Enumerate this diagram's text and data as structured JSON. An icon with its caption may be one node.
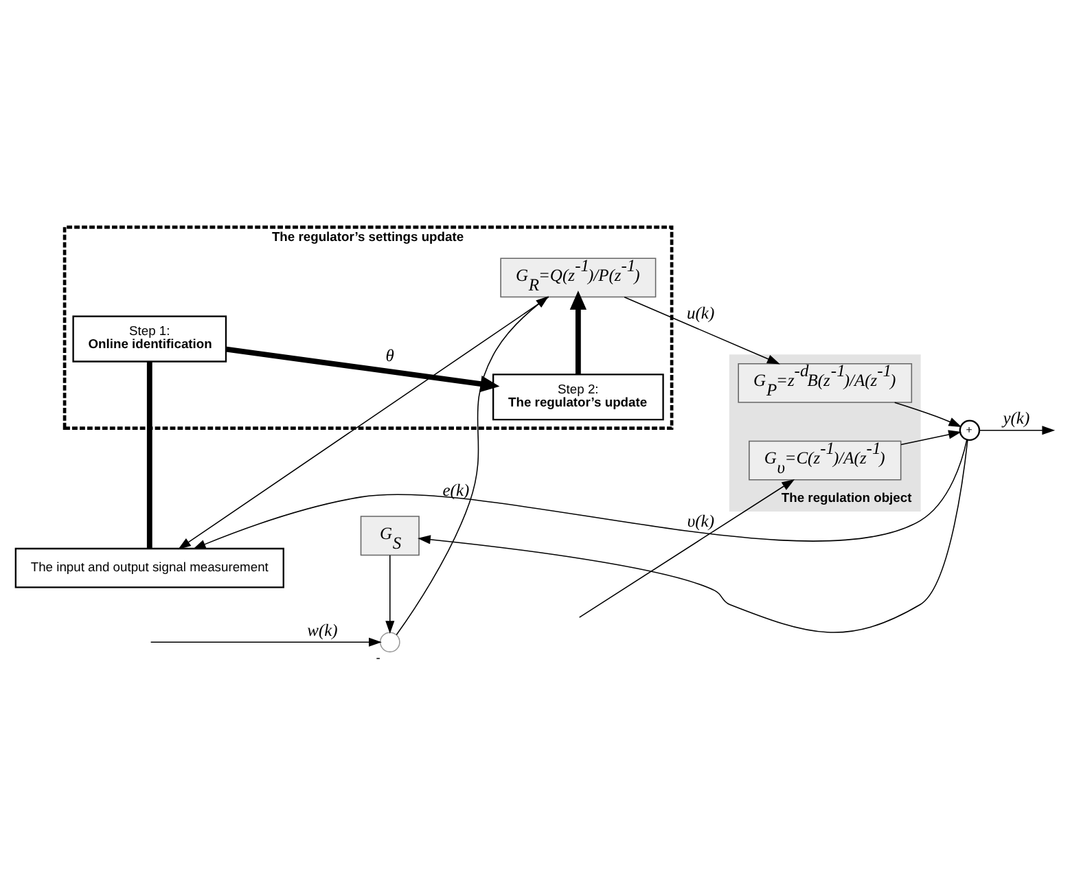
{
  "diagram": {
    "nodes": [
      {
        "text": [
          "The regulator’s settings update"
        ]
      },
      {
        "text": [
          "Step 1:",
          "Online identification"
        ],
        "in": 0
      },
      {
        "text": [
          "Step 2:",
          "The regulator’s update"
        ],
        "in": 0
      },
      {
        "text": [
          "The input and output signal measurement"
        ]
      },
      {
        "text": [
          "G$_{R}$=Q(z$^{-1}$)/P(z$^{-1}$)"
        ],
        "in": 0
      },
      {
        "text": [
          "The regulation object"
        ]
      },
      {
        "text": [
          "G$_{υ}$=C(z$^{-1}$)/A(z$^{-1}$)"
        ],
        "in": 5
      },
      {
        "text": [
          "G$_{P}$=z$^{-d}$B(z$^{-1}$)/A(z$^{-1}$)"
        ],
        "in": 5
      },
      {
        "text": [],
        "shape": "circle",
        "beside": [
          "-"
        ]
      },
      {
        "text": [
          "+"
        ]
      },
      {
        "text": [
          "G$_{S}$"
        ]
      }
    ],
    "edges": [
      {
        "from": 1,
        "to": 2,
        "arrow": "to",
        "label": "θ",
        "style": "thick"
      },
      {
        "from": 3,
        "to": 1,
        "arrow": "none",
        "style": "thick"
      },
      {
        "from": 2,
        "to": 4,
        "arrow": "to",
        "style": "thick"
      },
      {
        "from": null,
        "to": 8,
        "arrow": "to",
        "label": "w(k)"
      },
      {
        "from": 8,
        "to": 4,
        "arrow": "to",
        "label": "e(k)"
      },
      {
        "from": 4,
        "to": 7,
        "arrow": "to",
        "label": "u(k)"
      },
      {
        "from": 4,
        "to": 3,
        "arrow": "to"
      },
      {
        "from": null,
        "to": 6,
        "arrow": "to",
        "label": "υ(k)"
      },
      {
        "from": 6,
        "to": 9,
        "arrow": "to"
      },
      {
        "from": 7,
        "to": 9,
        "arrow": "to"
      },
      {
        "from": 9,
        "to": null,
        "arrow": "to",
        "label": "y(k)"
      },
      {
        "from": 9,
        "to": 3,
        "arrow": "to"
      },
      {
        "from": 9,
        "to": 10,
        "arrow": "to"
      },
      {
        "from": 10,
        "to": 8,
        "arrow": "to"
      }
    ]
  }
}
